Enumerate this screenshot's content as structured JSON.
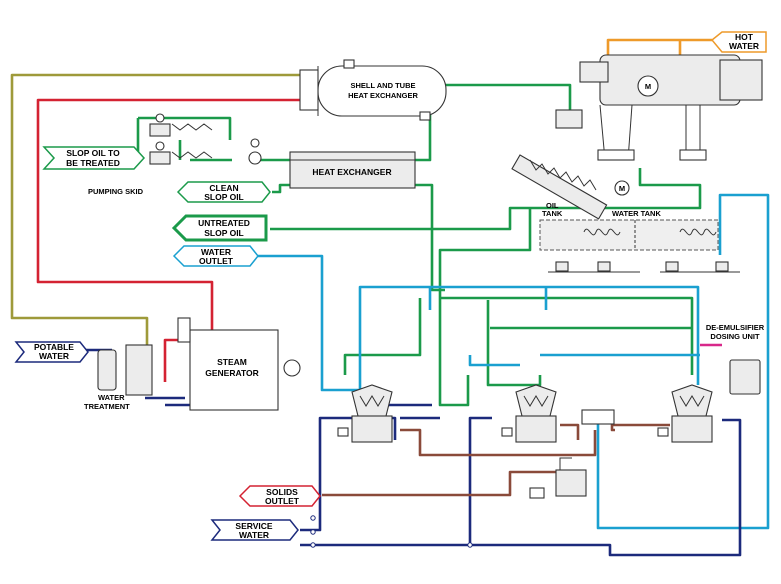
{
  "labels": {
    "hot_water_l1": "HOT",
    "hot_water_l2": "WATER",
    "shell_tube_l1": "SHELL AND TUBE",
    "shell_tube_l2": "HEAT EXCHANGER",
    "slop_oil_l1": "SLOP OIL TO",
    "slop_oil_l2": "BE TREATED",
    "pumping_skid": "PUMPING SKID",
    "heat_exchanger": "HEAT EXCHANGER",
    "clean_slop_l1": "CLEAN",
    "clean_slop_l2": "SLOP OIL",
    "untreated_l1": "UNTREATED",
    "untreated_l2": "SLOP OIL",
    "water_outlet_l1": "WATER",
    "water_outlet_l2": "OUTLET",
    "oil_tank_l1": "OIL",
    "oil_tank_l2": "TANK",
    "water_tank": "WATER TANK",
    "demulsifier_l1": "DE-EMULSIFIER",
    "demulsifier_l2": "DOSING UNIT",
    "potable_l1": "POTABLE",
    "potable_l2": "WATER",
    "water_treatment_l1": "WATER",
    "water_treatment_l2": "TREATMENT",
    "steam_l1": "STEAM",
    "steam_l2": "GENERATOR",
    "solids_l1": "SOLIDS",
    "solids_l2": "OUTLET",
    "service_l1": "SERVICE",
    "service_l2": "WATER",
    "motor_symbol": "M"
  },
  "pipe_colors": {
    "olive": "#9e9a3a",
    "red": "#d42232",
    "green": "#1b9a4a",
    "cyan": "#1aa0d0",
    "navy": "#1c2a7c",
    "brown": "#8a4a3a",
    "orange": "#ee9a2a",
    "pink": "#d8288a"
  },
  "icons": [
    "decanter-centrifuge-icon",
    "screw-conveyor-icon",
    "motor-icon",
    "disc-separator-icon",
    "pump-icon",
    "heating-coil-icon",
    "valve-icon"
  ]
}
